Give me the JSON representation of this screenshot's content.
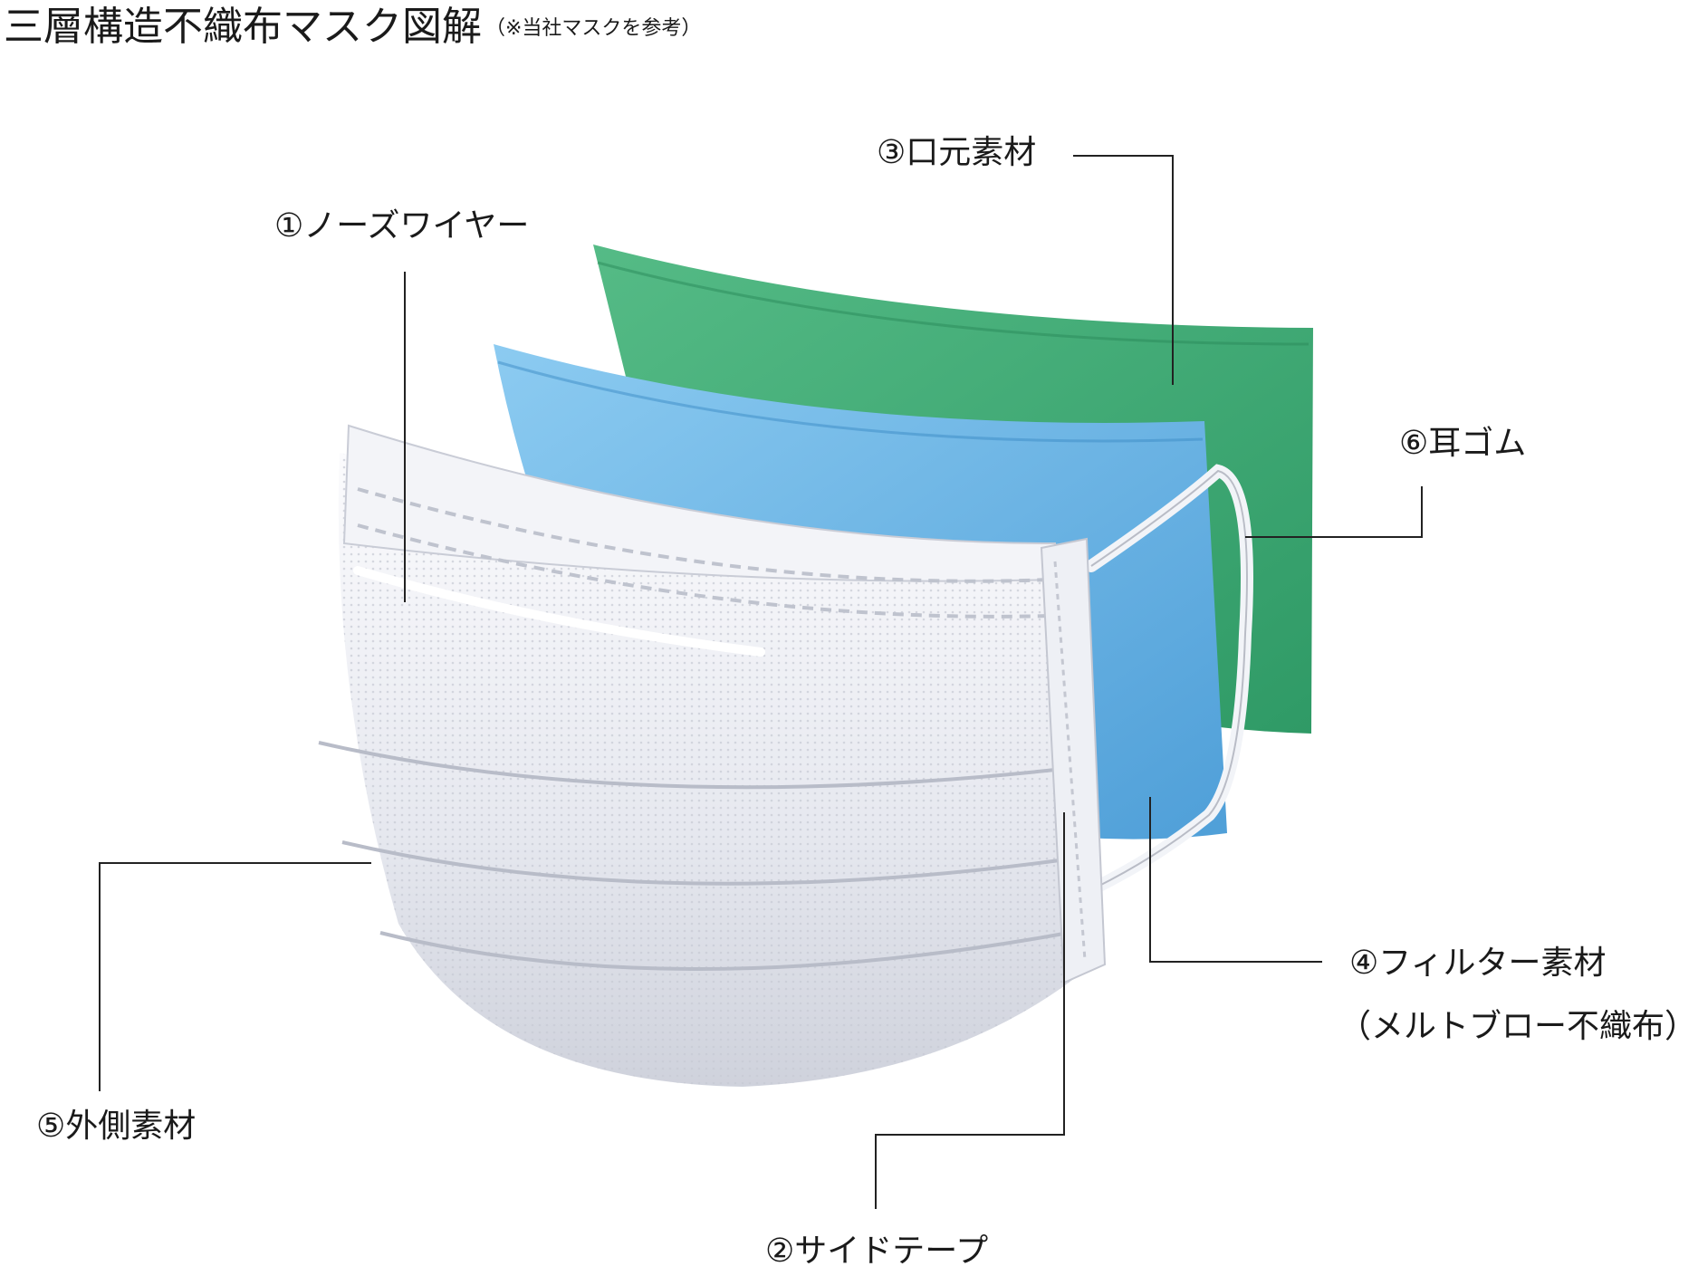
{
  "title": {
    "main": "三層構造不織布マスク図解",
    "note": "（※当社マスクを参考）"
  },
  "labels": {
    "nose_wire": "①ノーズワイヤー",
    "side_tape": "②サイドテープ",
    "mouth_material": "③口元素材",
    "filter_material": "④フィルター素材",
    "filter_material_sub": "（メルトブロー不織布）",
    "outer_material": "⑤外側素材",
    "ear_loop": "⑥耳ゴム"
  },
  "colors": {
    "mouth_layer": "#3fa873",
    "filter_layer": "#6fb3e3",
    "outer_layer": "#e7e9ef",
    "leader_line": "#222222"
  }
}
